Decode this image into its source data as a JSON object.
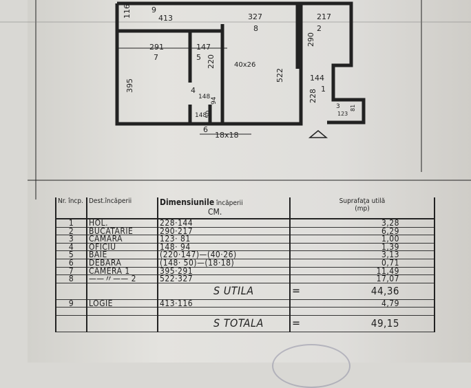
{
  "plan": {
    "rooms": [
      {
        "no": "1",
        "dims": [
          "144",
          "228"
        ]
      },
      {
        "no": "2",
        "dims": [
          "217",
          "290"
        ]
      },
      {
        "no": "3",
        "dims": [
          "123",
          "81"
        ]
      },
      {
        "no": "4",
        "dims": [
          "148",
          "94"
        ]
      },
      {
        "no": "5",
        "dims": [
          "147",
          "220"
        ]
      },
      {
        "no": "6",
        "dims": [
          "148",
          "50"
        ]
      },
      {
        "no": "7",
        "dims": [
          "291",
          "395"
        ]
      },
      {
        "no": "8",
        "dims": [
          "327",
          "522"
        ]
      },
      {
        "no": "9",
        "dims": [
          "413",
          "116"
        ]
      }
    ],
    "notes": {
      "shaft_bath": "40x26",
      "shaft_storage": "18x18"
    }
  },
  "table": {
    "headers": {
      "nr": "Nr. încp.",
      "dest": "Dest.încăperii",
      "dim": "Dimensiunile",
      "dim_sub": "încăperii",
      "dim_unit": "CM.",
      "area": "Suprafaţa utilă",
      "area_unit": "(mp)"
    },
    "rows": [
      {
        "nr": "1",
        "dest": "HOL.",
        "dim": "228·144",
        "area": "3,28"
      },
      {
        "nr": "2",
        "dest": "BUCATARIE",
        "dim": "290·217",
        "area": "6,29"
      },
      {
        "nr": "3",
        "dest": "CAMARA",
        "dim": "123· 81",
        "area": "1,00"
      },
      {
        "nr": "4",
        "dest": "OFICIU",
        "dim": "148· 94",
        "area": "1,39"
      },
      {
        "nr": "5",
        "dest": "BAIE",
        "dim": "(220·147)—(40·26)",
        "area": "3,13"
      },
      {
        "nr": "6",
        "dest": "DEBARA",
        "dim": "(148· 50)—(18·18)",
        "area": "0,71"
      },
      {
        "nr": "7",
        "dest": "CAMERA 1",
        "dim": "395·291",
        "area": "11,49"
      },
      {
        "nr": "8",
        "dest": "——〃—— 2",
        "dim": "522·327",
        "area": "17,07"
      }
    ],
    "s_utila": {
      "label": "S UTILA",
      "eq": "=",
      "value": "44,36"
    },
    "logie": {
      "nr": "9",
      "dest": "LOGIE",
      "dim": "413·116",
      "area": "4,79"
    },
    "s_totala": {
      "label": "S TOTALA",
      "eq": "=",
      "value": "49,15"
    }
  }
}
